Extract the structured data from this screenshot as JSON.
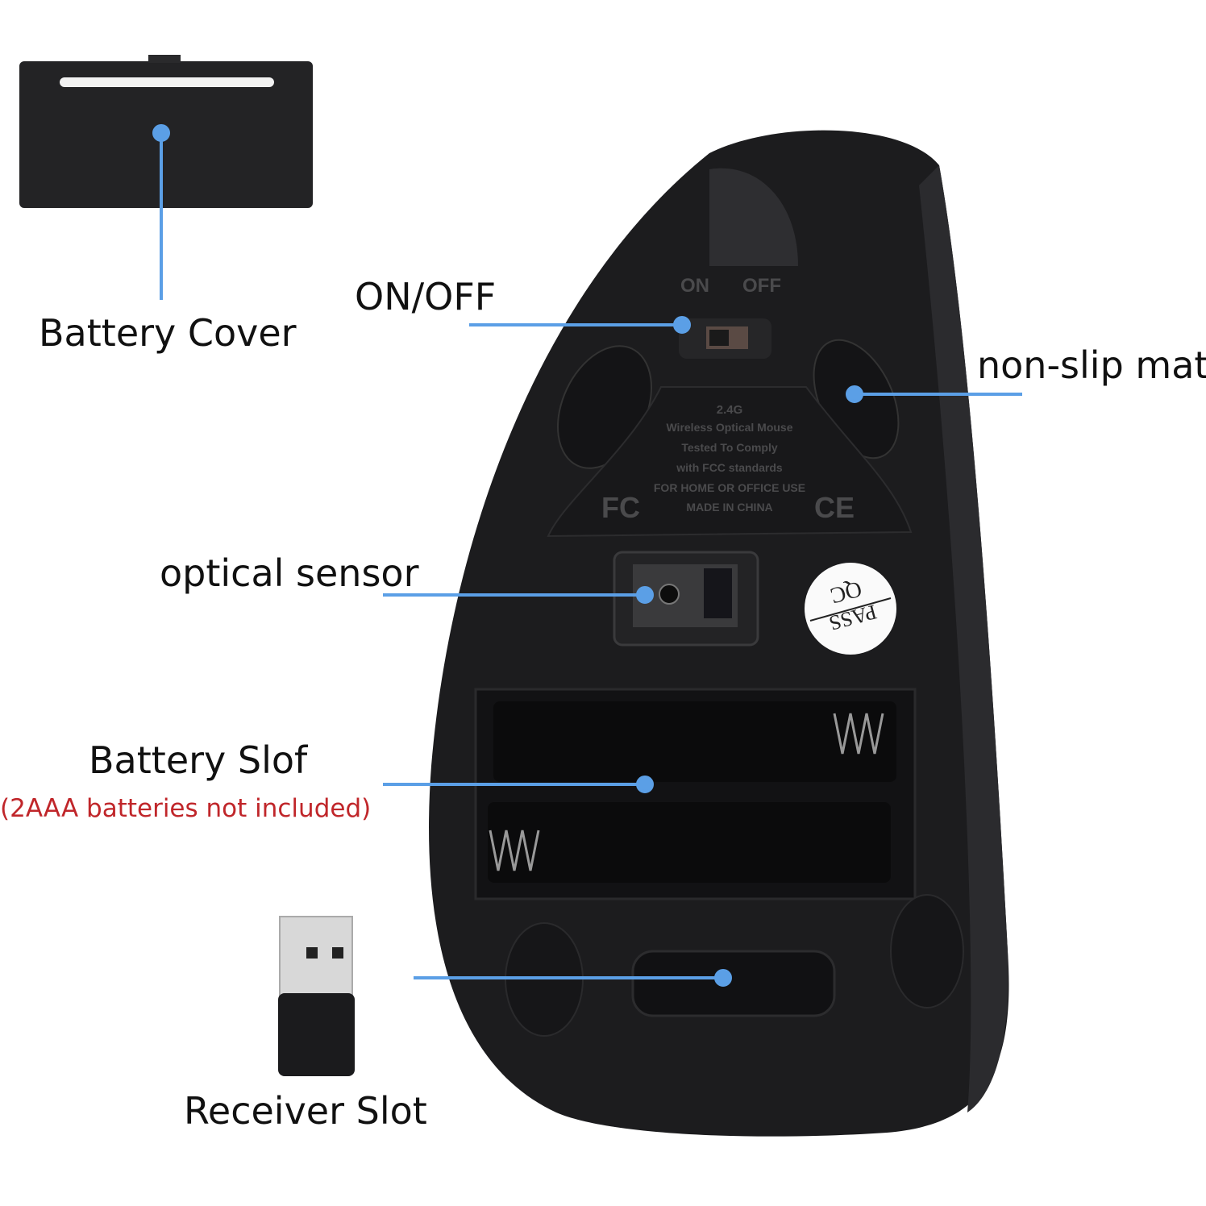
{
  "labels": {
    "battery_cover": "Battery Cover",
    "on_off": "ON/OFF",
    "non_slip_mat": "non-slip mat",
    "optical_sensor": "optical sensor",
    "battery_slot": "Battery Slof",
    "battery_note": "(2AAA batteries not included)",
    "receiver_slot": "Receiver Slot"
  },
  "embossed": {
    "on": "ON",
    "off": "OFF",
    "line1": "2.4G",
    "line2": "Wireless Optical Mouse",
    "line3": "Tested To Comply",
    "line4": "with FCC standards",
    "line5": "FOR HOME OR OFFICE USE",
    "line6": "MADE IN CHINA",
    "fcc": "FC",
    "ce": "CE",
    "qc_pass_1": "PASS",
    "qc_pass_2": "QC"
  },
  "colors": {
    "callout": "#5b9fe6",
    "note": "#c0262a",
    "mouse": "#1c1c1e"
  }
}
